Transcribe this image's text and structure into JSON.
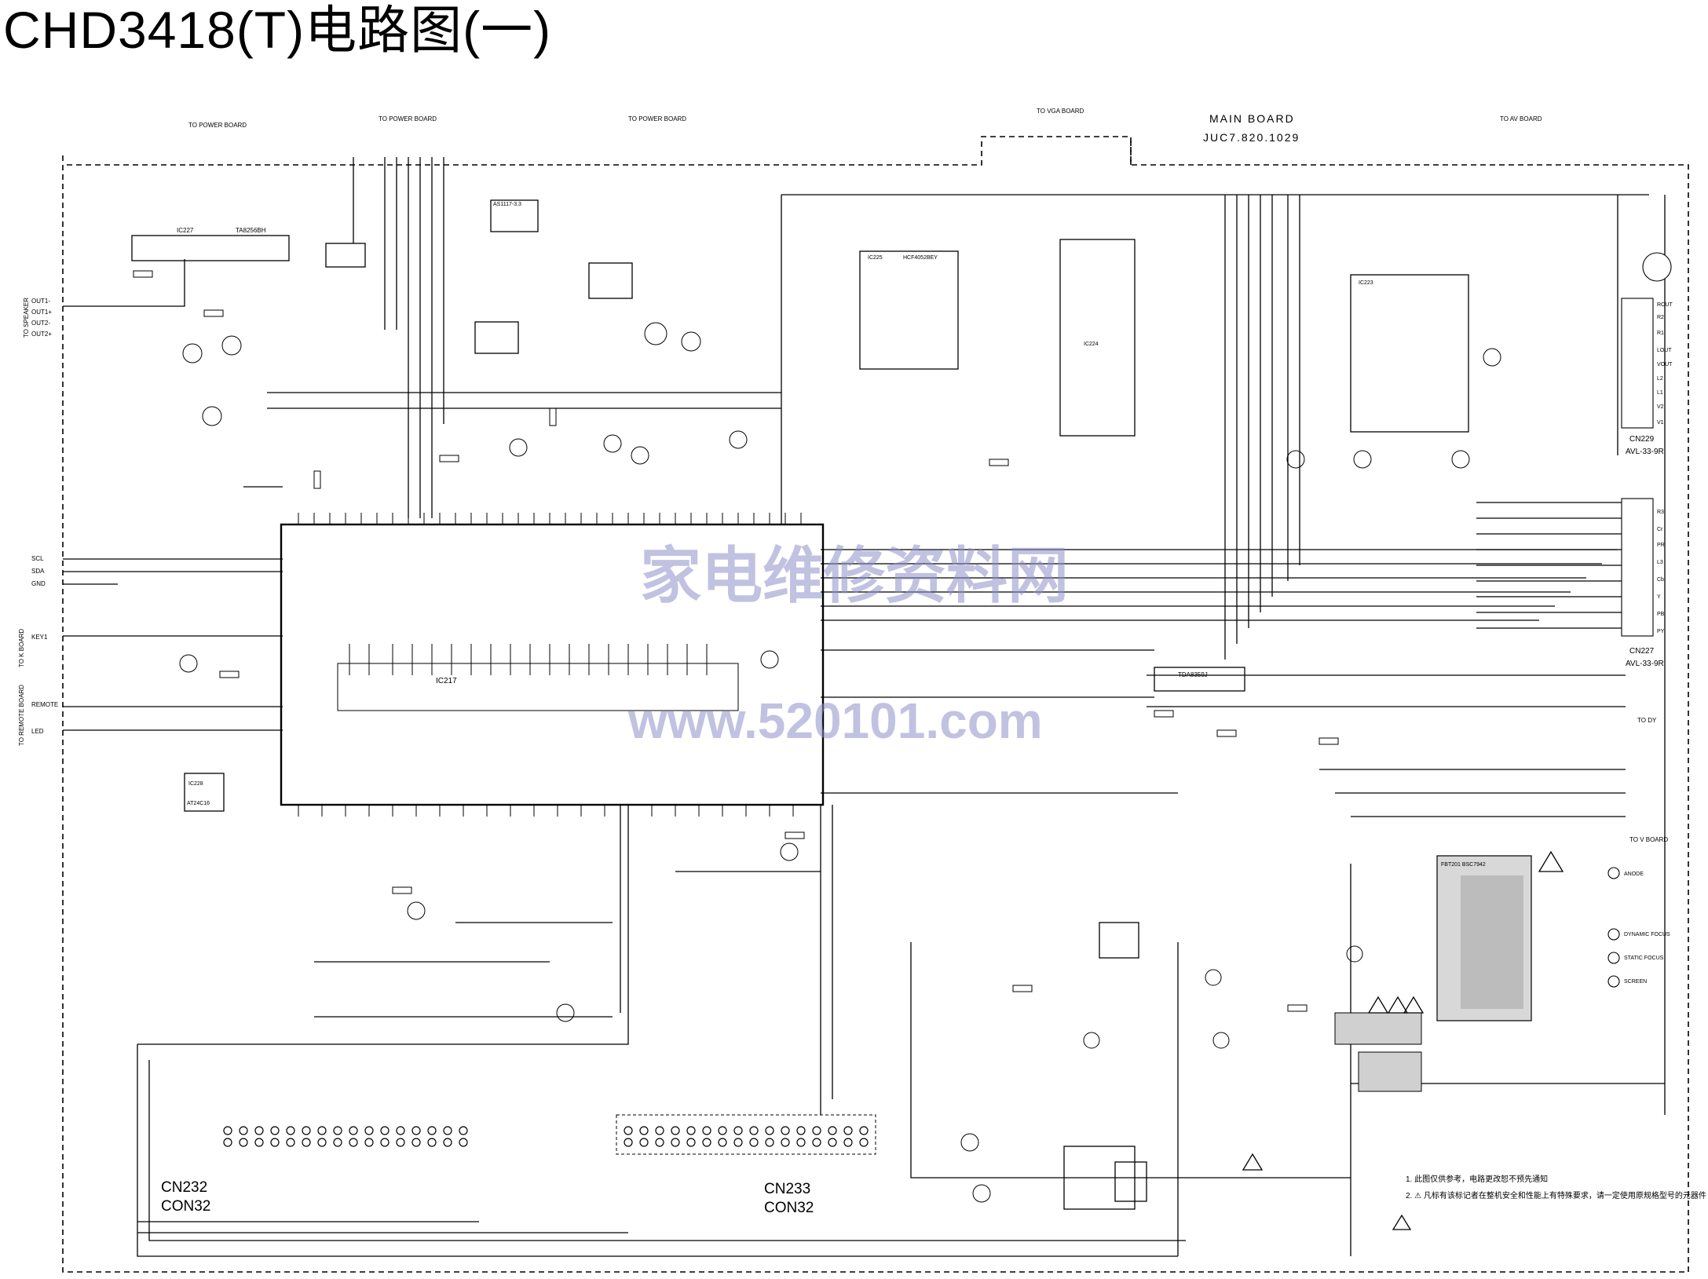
{
  "title": "CHD3418(T)电路图(一)",
  "watermark": {
    "cn": "家电维修资料网",
    "url": "www.520101.com"
  },
  "board": {
    "name": "MAIN BOARD",
    "code": "JUC7.820.1029"
  },
  "top_labels": {
    "to_power_board_1": "TO POWER BOARD",
    "to_power_board_2": "TO POWER BOARD",
    "to_power_board_3": "TO POWER BOARD",
    "to_vga_board": "TO VGA BOARD",
    "to_av_board": "TO AV BOARD",
    "to_speaker": "TO SPEAKER",
    "to_k_board": "TO K BOARD",
    "to_remote_board": "TO REMOTE BOARD",
    "to_dy": "TO DY",
    "to_v_board": "TO V BOARD"
  },
  "connectors": {
    "cn232": "CN232",
    "con32_left": "CON32",
    "cn233": "CN233",
    "con32_right": "CON32",
    "cn229": "CN229",
    "avl_33_9r_1": "AVL-33-9R",
    "cn227": "CN227",
    "avl_33_9r_2": "AVL-33-9R"
  },
  "ics": {
    "ic227": "IC227",
    "ta8256bh": "TA8256BH",
    "ic217": "IC217",
    "ic225": "IC225",
    "ic223": "IC223",
    "ic224": "IC224",
    "ic228": "IC228",
    "at24c16": "AT24C16",
    "tda8359j": "TDA8359J",
    "hcf4052": "HCF4052BEY",
    "as1117": "AS1117-3.3",
    "fbt": "FBT201 BSC7942"
  },
  "side_labels": {
    "anode": "ANODE",
    "dynamic_focus": "DYNAMIC FOCUS",
    "static_focus": "STATIC FOCUS",
    "screen": "SCREEN",
    "out1_minus": "OUT1-",
    "out1_plus": "OUT1+",
    "out2_minus": "OUT2-",
    "out2_plus": "OUT2+",
    "scl": "SCL",
    "sda": "SDA",
    "gnd": "GND",
    "key1": "KEY1",
    "remote": "REMOTE",
    "led": "LED",
    "av_r3": "R3",
    "av_cr": "Cr",
    "av_pr": "PR",
    "av_l3": "L3",
    "av_cb": "Cb",
    "av_y": "Y",
    "av_pb": "PB",
    "av_py": "PY",
    "av_rout": "ROUT",
    "av_lout": "LOUT",
    "av_vout": "VOUT",
    "av_r1": "R1",
    "av_r2": "R2",
    "av_l1": "L1",
    "av_l2": "L2",
    "av_v1": "V1",
    "av_v2": "V2"
  },
  "notes": [
    "1. 此图仅供参考，电路更改恕不预先通知",
    "2. ⚠ 凡标有该标记者在整机安全和性能上有特殊要求，请一定使用原规格型号的元器件"
  ]
}
